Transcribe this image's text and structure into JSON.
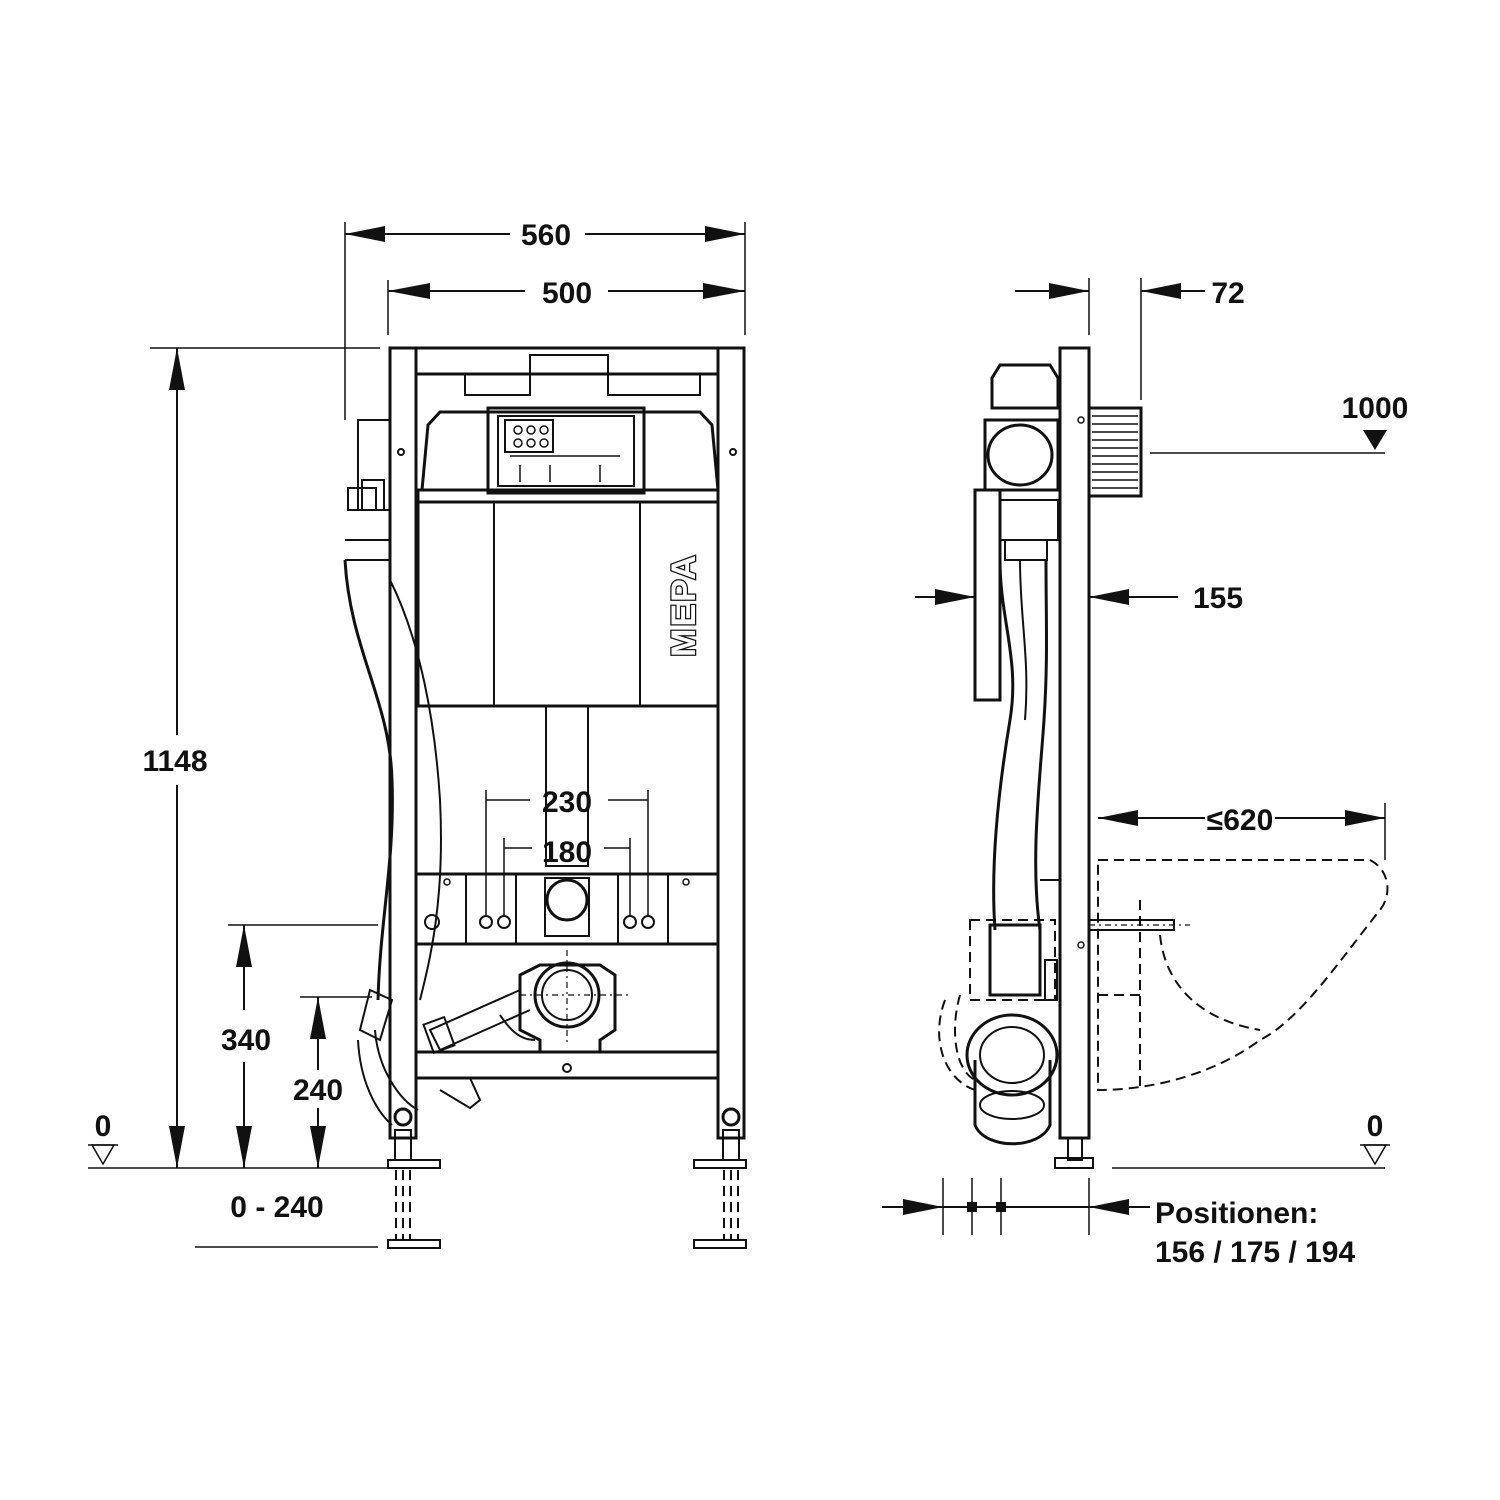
{
  "brand": "MEPA",
  "front_view": {
    "dimensions": {
      "width_outer": "560",
      "width_frame": "500",
      "height_total": "1148",
      "height_340": "340",
      "height_240": "240",
      "foot_adjust": "0 - 240",
      "spacing_230": "230",
      "spacing_180": "180"
    },
    "floor_level": "0"
  },
  "side_view": {
    "dimensions": {
      "depth_72": "72",
      "height_1000": "1000",
      "depth_155": "155",
      "projection_max": "≤620"
    },
    "floor_level": "0",
    "positions_label": "Positionen:",
    "positions_values": "156 / 175 / 194"
  }
}
